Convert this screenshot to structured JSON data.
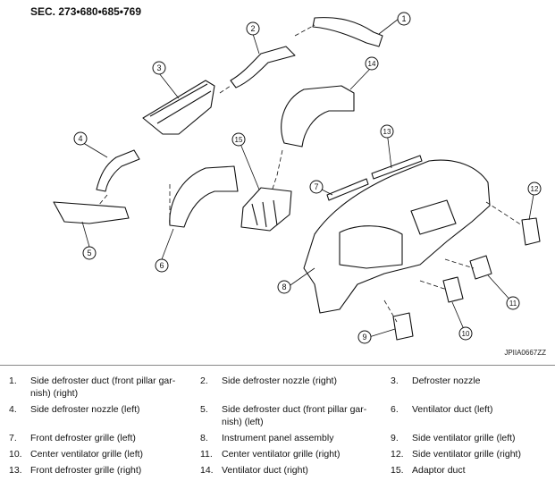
{
  "header": {
    "section": "SEC. 273•680•685•769"
  },
  "figure_code": "JPIIA0667ZZ",
  "callouts": [
    "1",
    "2",
    "3",
    "4",
    "5",
    "6",
    "7",
    "8",
    "9",
    "10",
    "11",
    "12",
    "13",
    "14",
    "15"
  ],
  "legend": [
    {
      "num": "1.",
      "text": "Side defroster duct (front pillar gar- nish) (right)"
    },
    {
      "num": "2.",
      "text": "Side defroster nozzle (right)"
    },
    {
      "num": "3.",
      "text": "Defroster nozzle"
    },
    {
      "num": "4.",
      "text": "Side defroster nozzle (left)"
    },
    {
      "num": "5.",
      "text": "Side defroster duct (front pillar gar- nish) (left)"
    },
    {
      "num": "6.",
      "text": "Ventilator duct (left)"
    },
    {
      "num": "7.",
      "text": "Front defroster grille (left)"
    },
    {
      "num": "8.",
      "text": "Instrument panel assembly"
    },
    {
      "num": "9.",
      "text": "Side ventilator grille (left)"
    },
    {
      "num": "10.",
      "text": "Center ventilator grille (left)"
    },
    {
      "num": "11.",
      "text": "Center ventilator grille (right)"
    },
    {
      "num": "12.",
      "text": "Side ventilator grille (right)"
    },
    {
      "num": "13.",
      "text": "Front defroster grille (right)"
    },
    {
      "num": "14.",
      "text": "Ventilator duct (right)"
    },
    {
      "num": "15.",
      "text": "Adaptor duct"
    }
  ]
}
